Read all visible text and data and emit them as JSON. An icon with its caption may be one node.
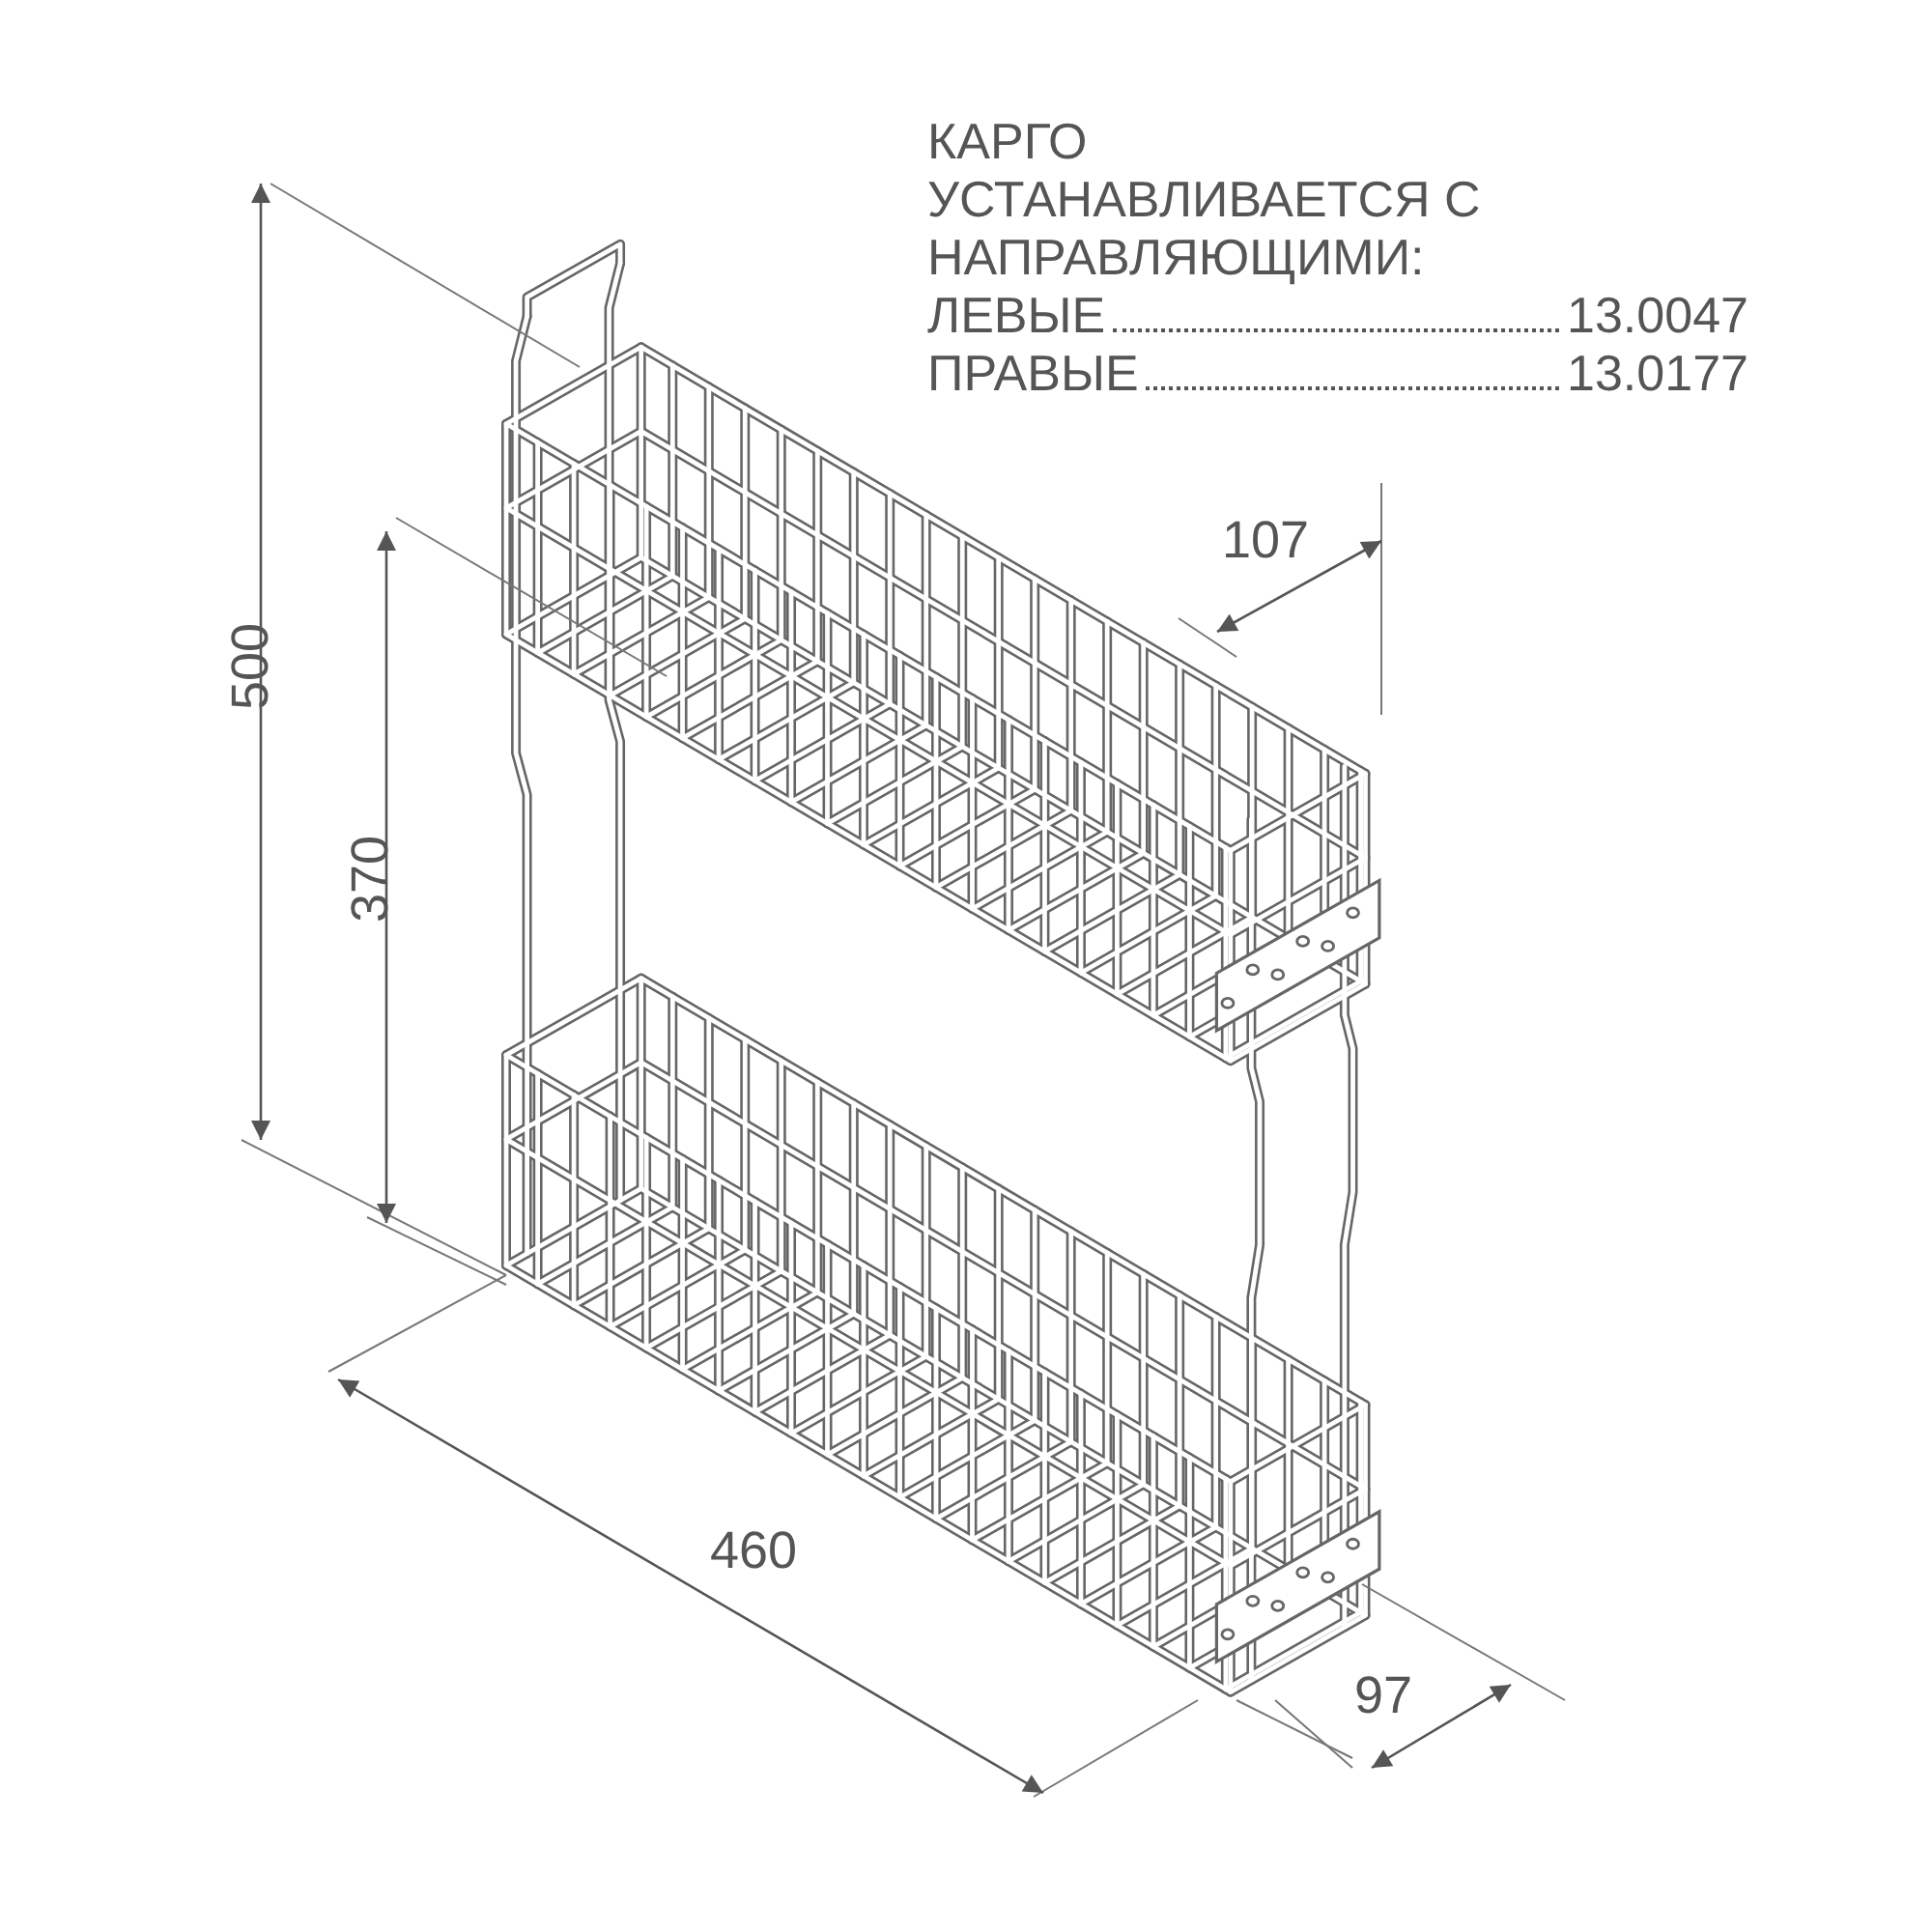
{
  "diagram": {
    "labels": [
      "КАРГО УСТАНАВЛИВАЕТСЯ С НАПРАВЛЯЮЩИМИ:",
      "ЛЕВЫЕ",
      "13.0047",
      "ПРАВЫЕ",
      "13.0177",
      "500",
      "370",
      "107",
      "460",
      "97"
    ]
  }
}
